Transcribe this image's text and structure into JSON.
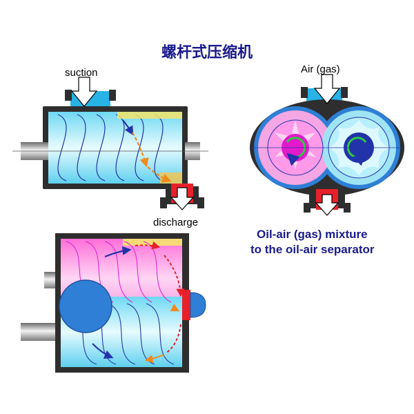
{
  "title": "螺杆式压缩机",
  "labels": {
    "suction": "suction",
    "discharge": "discharge",
    "air_gas": "Air (gas)",
    "mixture_line1": "Oil-air (gas) mixture",
    "mixture_line2": "to the oil-air separator"
  },
  "colors": {
    "casing": "#2e2e2e",
    "inlet": "#27b3e6",
    "outlet": "#e8202a",
    "rotor_cyan": "#9fe4f5",
    "rotor_pink": "#f5a6e4",
    "gear_blue": "#2f7fd6",
    "gear_magenta": "#e21acb",
    "flow_orange": "#f08a1c",
    "flow_blue": "#2233aa",
    "title_text": "#1a1a8c"
  }
}
